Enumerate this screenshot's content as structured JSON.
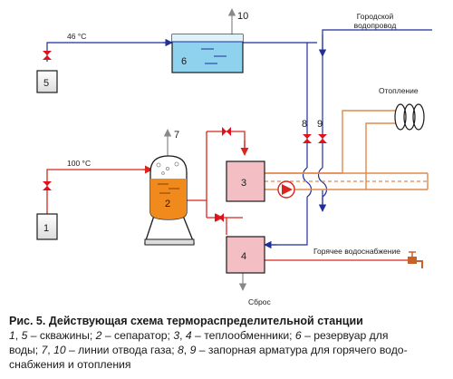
{
  "labels": {
    "well_5": "5",
    "well_1": "1",
    "separator": "2",
    "exchanger_3": "3",
    "exchanger_4": "4",
    "tank": "6",
    "gas_10": "10",
    "gas_7": "7",
    "valve_8": "8",
    "valve_9": "9",
    "temp_top": "46 °C",
    "temp_mid": "100 °C",
    "city_water_line1": "Городской",
    "city_water_line2": "водопровод",
    "heating": "Отопление",
    "hot_water": "Горячее водоснабжение",
    "discharge": "Сброс"
  },
  "caption": {
    "title": "Рис. 5. Действующая схема терморас­пределительной станции",
    "lines": [
      [
        {
          "t": "1",
          "i": true
        },
        {
          "t": ", "
        },
        {
          "t": "5",
          "i": true
        },
        {
          "t": " – скважины; "
        },
        {
          "t": "2",
          "i": true
        },
        {
          "t": " – сепаратор; "
        },
        {
          "t": "3",
          "i": true
        },
        {
          "t": ", "
        },
        {
          "t": "4",
          "i": true
        },
        {
          "t": " – теплообменники; "
        },
        {
          "t": "6",
          "i": true
        },
        {
          "t": " – резервуар для"
        }
      ],
      [
        {
          "t": "воды; "
        },
        {
          "t": "7",
          "i": true
        },
        {
          "t": ", "
        },
        {
          "t": "10",
          "i": true
        },
        {
          "t": " – линии отвода газа; "
        },
        {
          "t": "8",
          "i": true
        },
        {
          "t": ", "
        },
        {
          "t": "9",
          "i": true
        },
        {
          "t": " – запорная арматура для горячего водо-"
        }
      ],
      [
        {
          "t": "снабжения и отопления"
        }
      ]
    ]
  },
  "colors": {
    "water_blue": "#1f2f9c",
    "hot_red": "#d9251c",
    "heating_orange": "#e2884a",
    "gray_line": "#888888",
    "exchanger_fill": "#f4bfc4",
    "tank_fill": "#8fd2ee",
    "separator_fill": "#f08a1c",
    "valve_red": "#e0101c"
  }
}
